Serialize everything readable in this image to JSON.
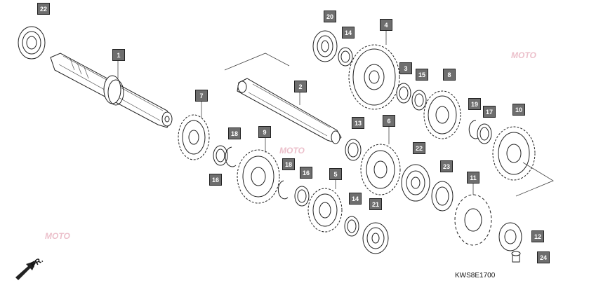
{
  "diagram_code": "KWS8E1700",
  "front_label": "FR.",
  "watermark": "MOTO",
  "callouts": [
    {
      "id": "c22a",
      "label": "22"
    },
    {
      "id": "c1",
      "label": "1"
    },
    {
      "id": "c20",
      "label": "20"
    },
    {
      "id": "c14a",
      "label": "14"
    },
    {
      "id": "c4",
      "label": "4"
    },
    {
      "id": "c2",
      "label": "2"
    },
    {
      "id": "c3",
      "label": "3"
    },
    {
      "id": "c15",
      "label": "15"
    },
    {
      "id": "c8",
      "label": "8"
    },
    {
      "id": "c7",
      "label": "7"
    },
    {
      "id": "c18a",
      "label": "18"
    },
    {
      "id": "c9",
      "label": "9"
    },
    {
      "id": "c13",
      "label": "13"
    },
    {
      "id": "c6",
      "label": "6"
    },
    {
      "id": "c19",
      "label": "19"
    },
    {
      "id": "c17",
      "label": "17"
    },
    {
      "id": "c10",
      "label": "10"
    },
    {
      "id": "c18b",
      "label": "18"
    },
    {
      "id": "c16a",
      "label": "16"
    },
    {
      "id": "c16b",
      "label": "16"
    },
    {
      "id": "c22b",
      "label": "22"
    },
    {
      "id": "c23",
      "label": "23"
    },
    {
      "id": "c5",
      "label": "5"
    },
    {
      "id": "c11",
      "label": "11"
    },
    {
      "id": "c14b",
      "label": "14"
    },
    {
      "id": "c21",
      "label": "21"
    },
    {
      "id": "c12",
      "label": "12"
    },
    {
      "id": "c24",
      "label": "24"
    }
  ]
}
